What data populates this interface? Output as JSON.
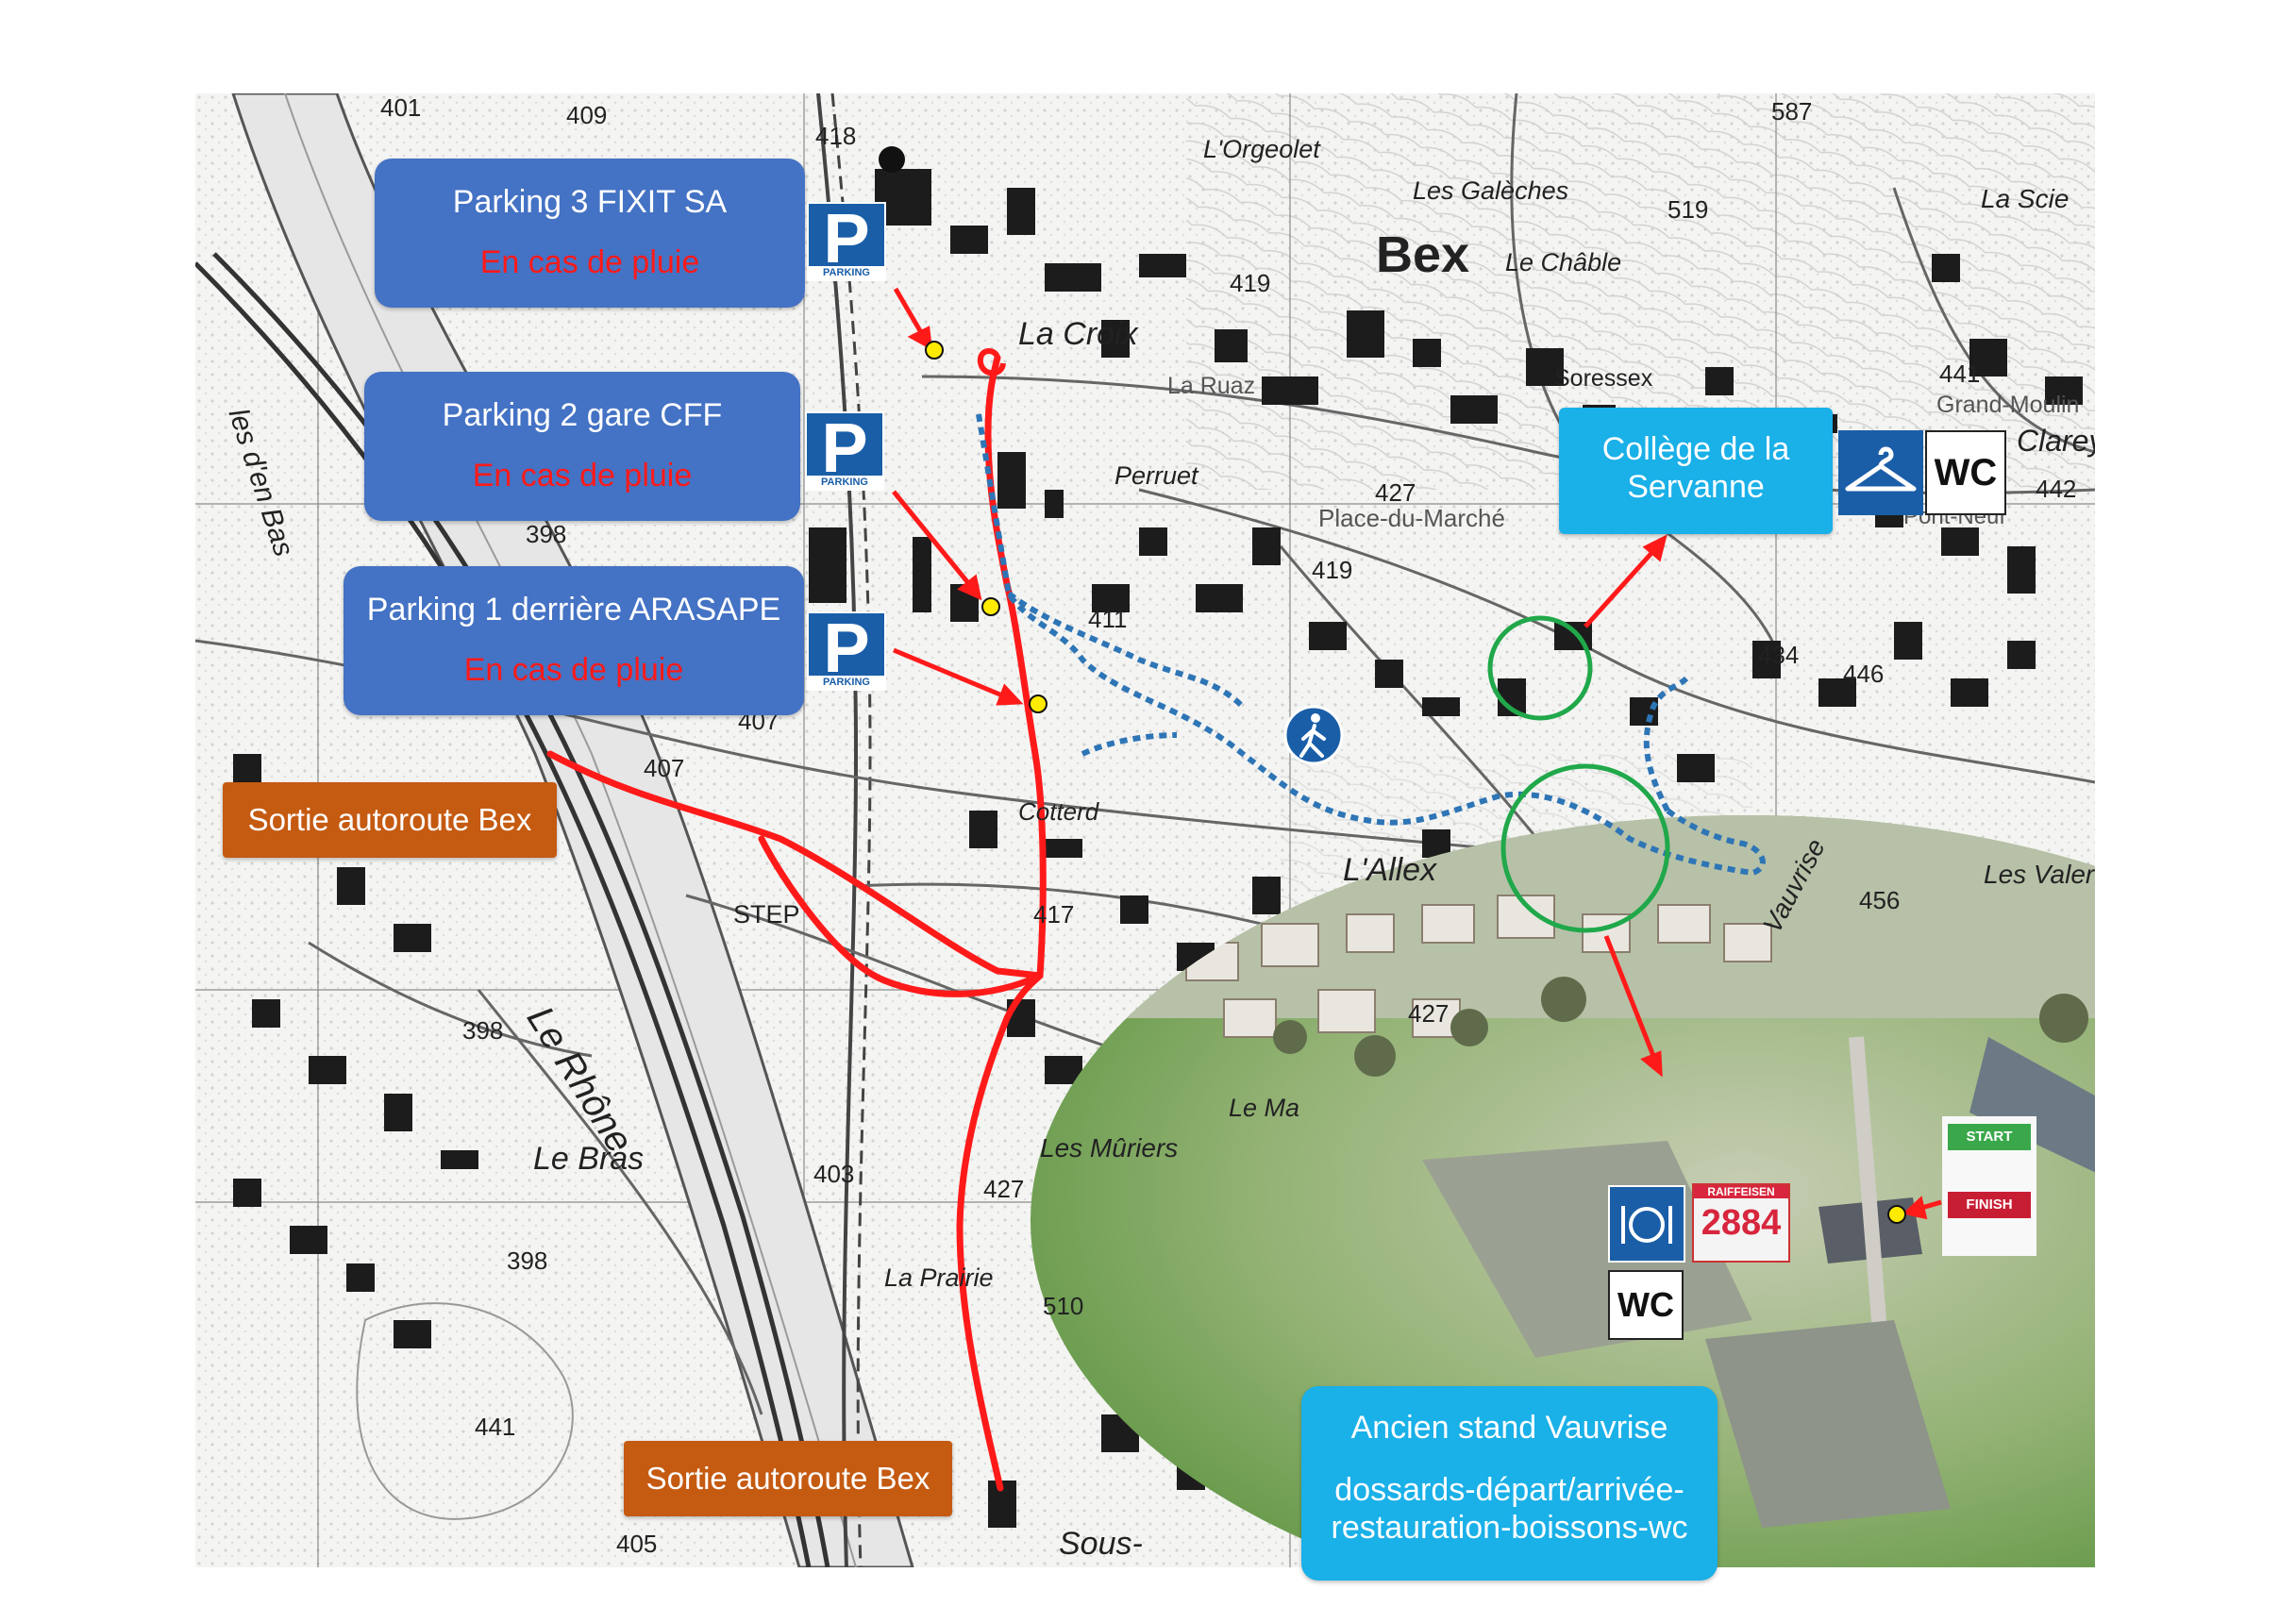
{
  "map_labels": {
    "town": "Bex",
    "la_croix": "La Croix",
    "orgeolet": "L'Orgeolet",
    "galeches": "Les Galèches",
    "chable": "Le Châble",
    "soressex": "Soressex",
    "grand_moulin": "Grand-Moulin",
    "la_scie": "La Scie",
    "larey": "Clarey",
    "perruet": "Perruet",
    "place_marche": "Place-du-Marché",
    "la_ruaz": "La Ruaz",
    "allex": "L'Allex",
    "cotterd": "Cotterd",
    "vauvrise": "Vauvrise",
    "les_valeri": "Les Valer",
    "murier": "Les Mûriers",
    "la_prairie": "La Prairie",
    "le_bras": "Le Bras",
    "le_rhone": "Le Rhône",
    "step": "STEP",
    "sous": "Sous-",
    "iles_en_bas": "les d'en Bas",
    "le_ma": "Le Ma",
    "pont_neuf": "Pont-Neuf",
    "elev_401": "401",
    "elev_409": "409",
    "elev_418": "418",
    "elev_398a": "398",
    "elev_407a": "407",
    "elev_407b": "407",
    "elev_411": "411",
    "elev_419a": "419",
    "elev_427a": "427",
    "elev_419b": "419",
    "elev_434": "434",
    "elev_446": "446",
    "elev_442": "442",
    "elev_441a": "441",
    "elev_519": "519",
    "elev_587": "587",
    "elev_417": "417",
    "elev_427b": "427",
    "elev_456": "456",
    "elev_398b": "398",
    "elev_403": "403",
    "elev_427c": "427",
    "elev_398c": "398",
    "elev_441b": "441",
    "elev_510": "510",
    "elev_405": "405"
  },
  "parkings": [
    {
      "title": "Parking 3 FIXIT SA",
      "note": "En cas de pluie"
    },
    {
      "title": "Parking 2 gare CFF",
      "note": "En cas de pluie"
    },
    {
      "title": "Parking 1 derrière ARASAPE",
      "note": "En cas de pluie"
    }
  ],
  "parking_sign": {
    "letter": "P",
    "label": "PARKING"
  },
  "exits": [
    {
      "label": "Sortie autoroute Bex"
    },
    {
      "label": "Sortie autoroute Bex"
    }
  ],
  "college": {
    "title": "Collège de la Servanne"
  },
  "stand": {
    "title": "Ancien stand Vauvrise",
    "line1": "dossards-départ/arrivée-",
    "line2": "restauration-boissons-wc"
  },
  "wc_label": "WC",
  "bib": {
    "sponsor": "RAIFFEISEN",
    "number": "2884"
  },
  "start_label": "START",
  "finish_label": "FINISH",
  "colors": {
    "parking_box": "#4472c4",
    "info_box": "#1ab0e8",
    "exit_box": "#c55a11",
    "route_red": "#ff1a1a",
    "walk_blue": "#2e75b6",
    "circle_green": "#20a84a"
  }
}
